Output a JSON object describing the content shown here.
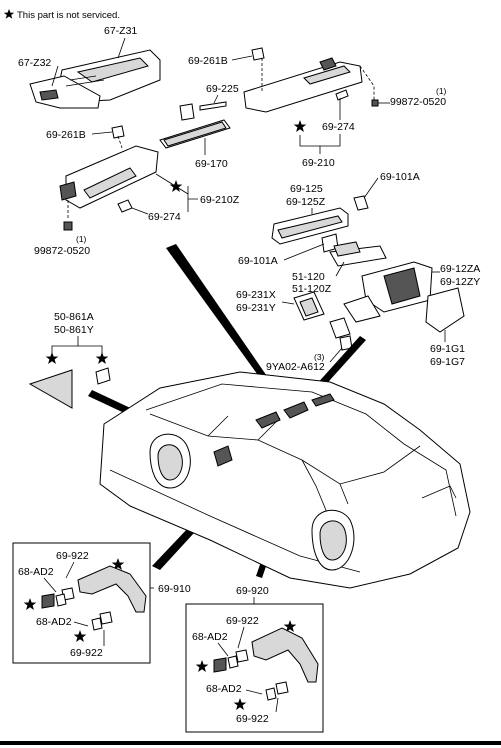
{
  "note": {
    "text": "This part is not serviced."
  },
  "labels": {
    "p67z31": "67-Z31",
    "p67z32": "67-Z32",
    "p69261b_top": "69-261B",
    "p69225": "69-225",
    "p99872_top": "99872-0520",
    "p99872_top_qty": "(1)",
    "p69261b_left": "69-261B",
    "p69274_right": "69-274",
    "p69170": "69-170",
    "p69210": "69-210",
    "p69210z": "69-210Z",
    "p69274_left": "69-274",
    "p99872_left_qty": "(1)",
    "p99872_left": "99872-0520",
    "p69125": "69-125",
    "p69125z": "69-125Z",
    "p69101a_top": "69-101A",
    "p69101a_mid": "69-101A",
    "p51120": "51-120",
    "p51120z": "51-120Z",
    "p6912za": "69-12ZA",
    "p6912zy": "69-12ZY",
    "p69231x": "69-231X",
    "p69231y": "69-231Y",
    "p691g1": "69-1G1",
    "p691g7": "69-1G7",
    "p9ya02_qty": "(3)",
    "p9ya02": "9YA02-A612",
    "p50861a": "50-861A",
    "p50861y": "50-861Y",
    "box1_922_top": "69-922",
    "box1_ad2_top": "68-AD2",
    "box1_ad2_bot": "68-AD2",
    "box1_922_bot": "69-922",
    "box1_ref": "69-910",
    "box2_ref": "69-920",
    "box2_922_top": "69-922",
    "box2_ad2_top": "68-AD2",
    "box2_ad2_bot": "68-AD2",
    "box2_922_bot": "69-922"
  },
  "icons": {
    "star": "star-icon"
  }
}
